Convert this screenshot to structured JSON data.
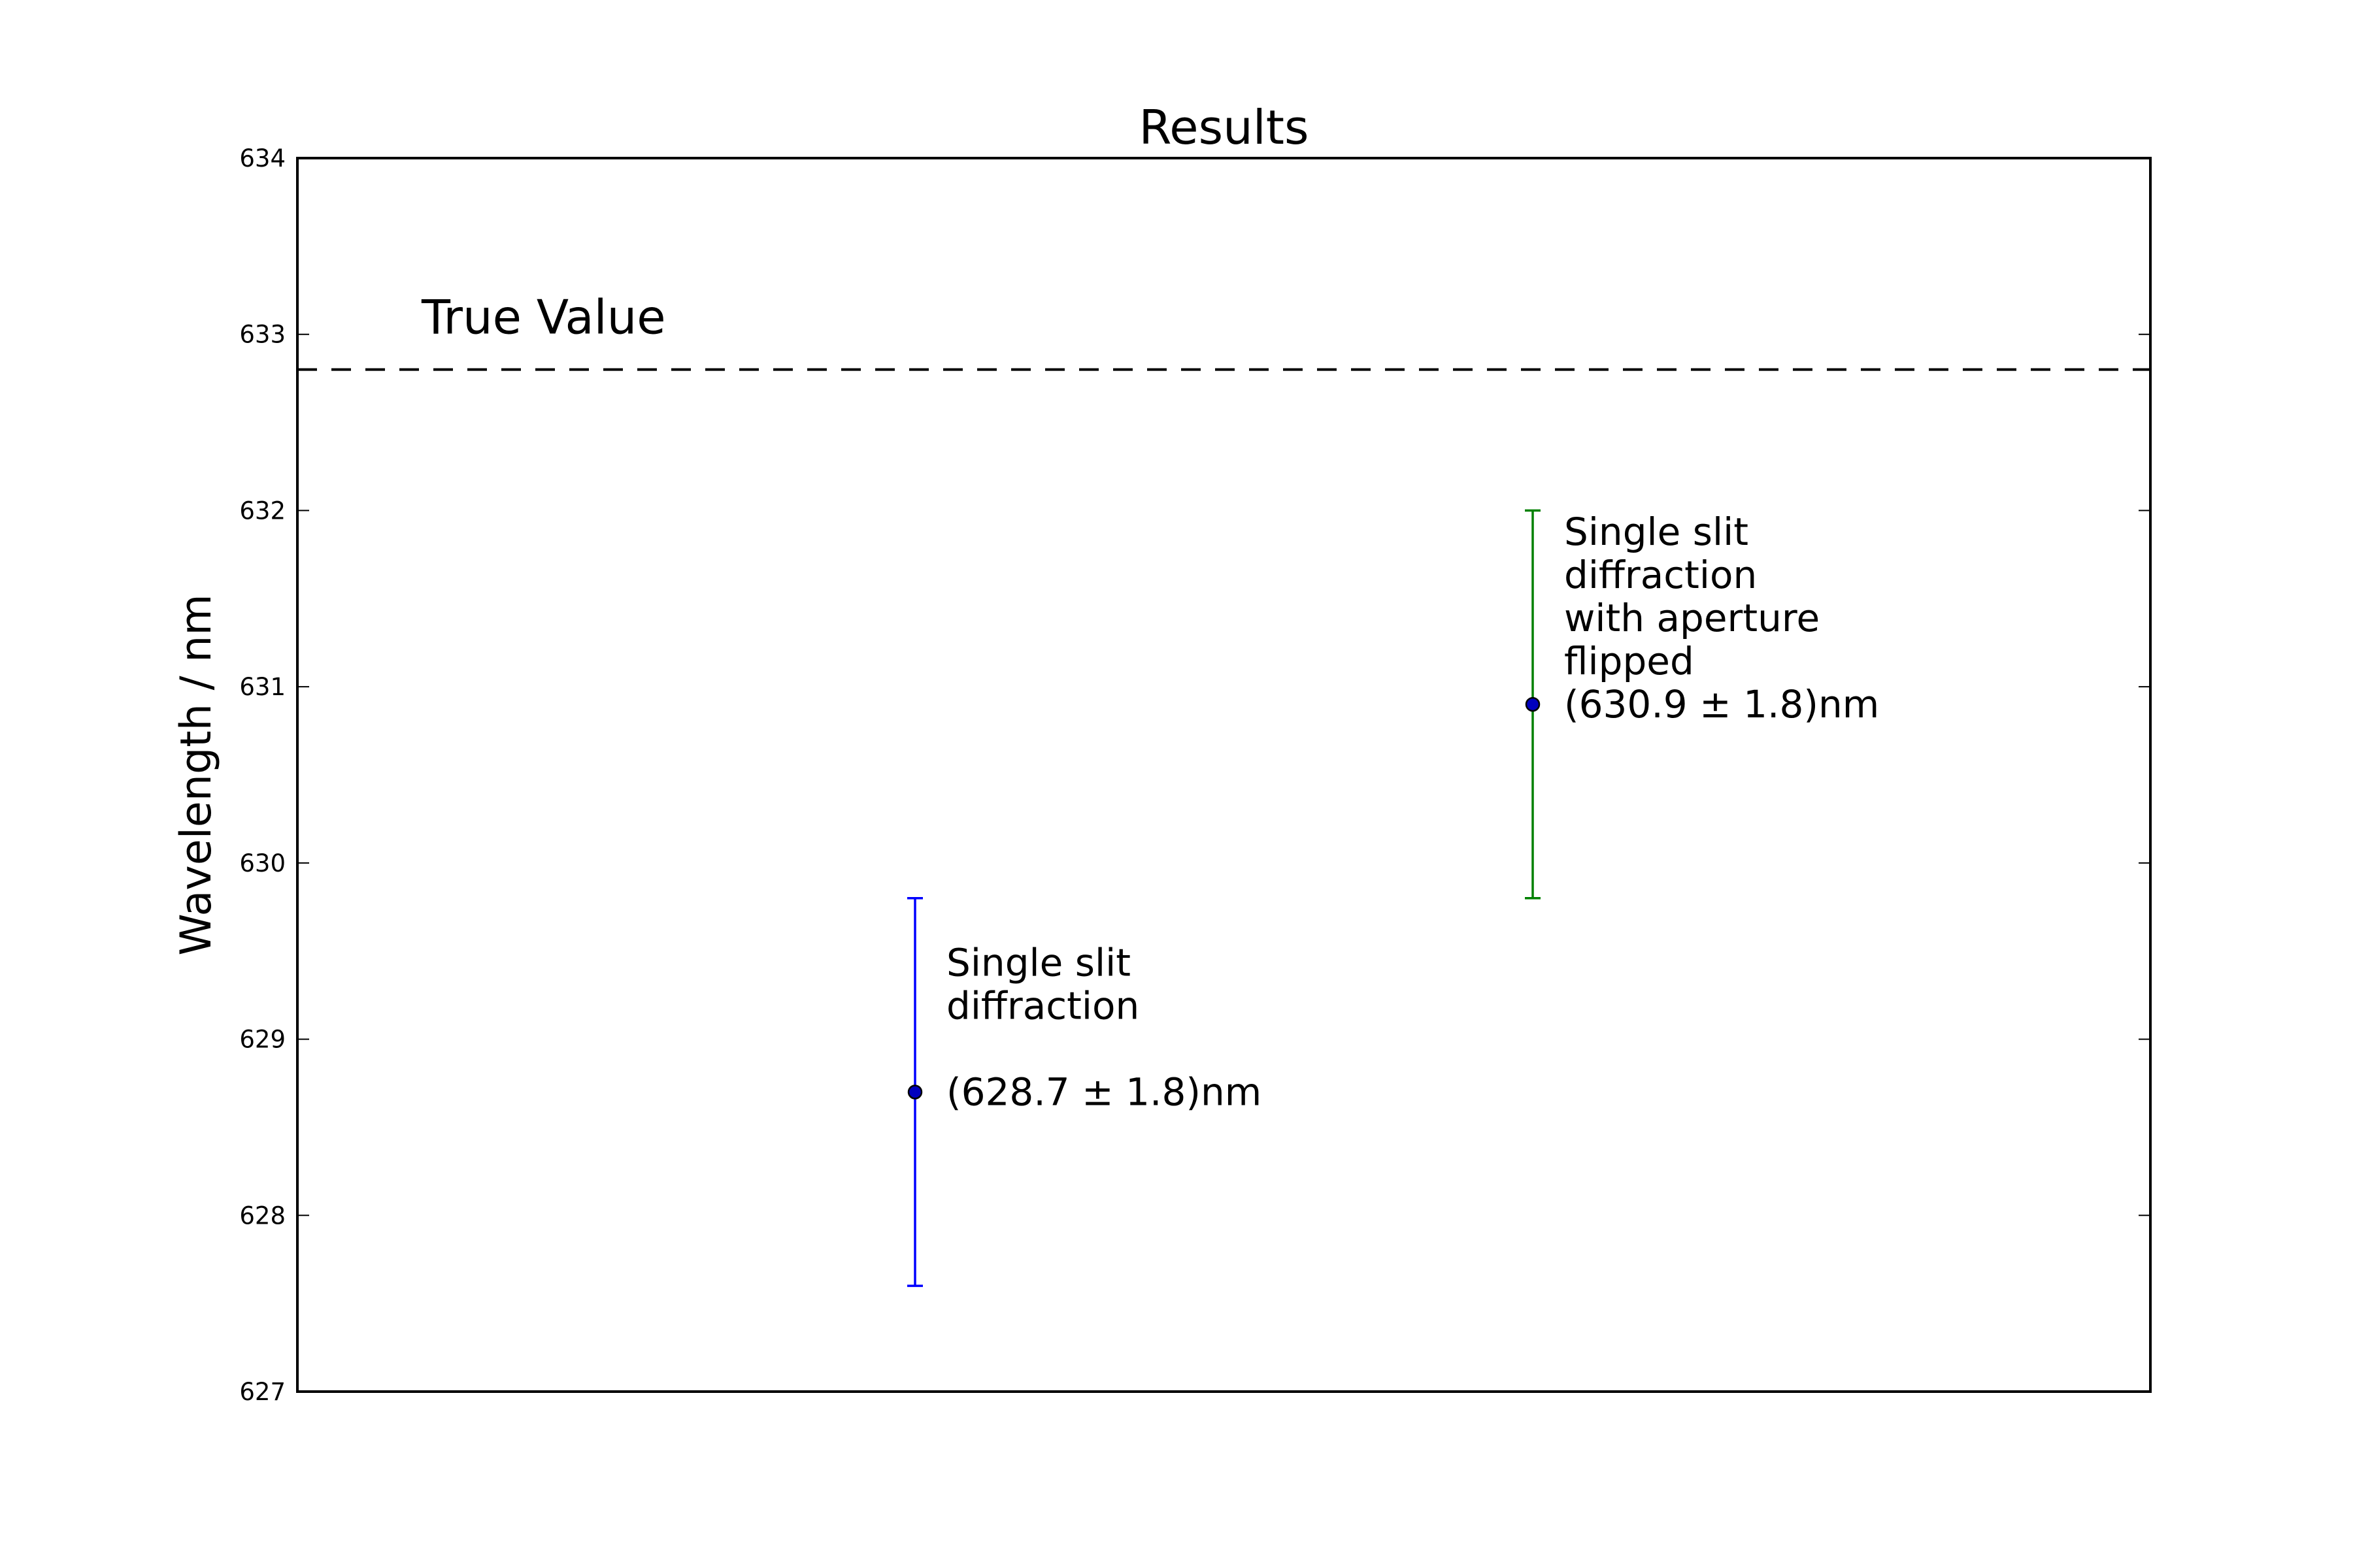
{
  "chart_data": {
    "type": "scatter",
    "title": "Results",
    "xlabel": "",
    "ylabel": "Wavelength / nm",
    "xlim": [
      0,
      3
    ],
    "ylim": [
      627,
      634
    ],
    "yticks": [
      627,
      628,
      629,
      630,
      631,
      632,
      633,
      634
    ],
    "grid": false,
    "x_ticks_visible": false,
    "reference_line": {
      "y": 632.8,
      "style": "dashed",
      "color": "#000000",
      "label": "True Value"
    },
    "series": [
      {
        "x": 1,
        "y": 628.7,
        "error": 1.1,
        "color": "#0000ff",
        "annotation": [
          "Single slit",
          "diffraction",
          "",
          "(628.7 ± 1.8)nm"
        ]
      },
      {
        "x": 2,
        "y": 630.9,
        "error": 1.1,
        "color": "#008000",
        "annotation": [
          "Single slit",
          "diffraction",
          "with aperture",
          "flipped",
          "(630.9 ± 1.8)nm"
        ]
      }
    ],
    "marker_fill": "#0000bf"
  }
}
